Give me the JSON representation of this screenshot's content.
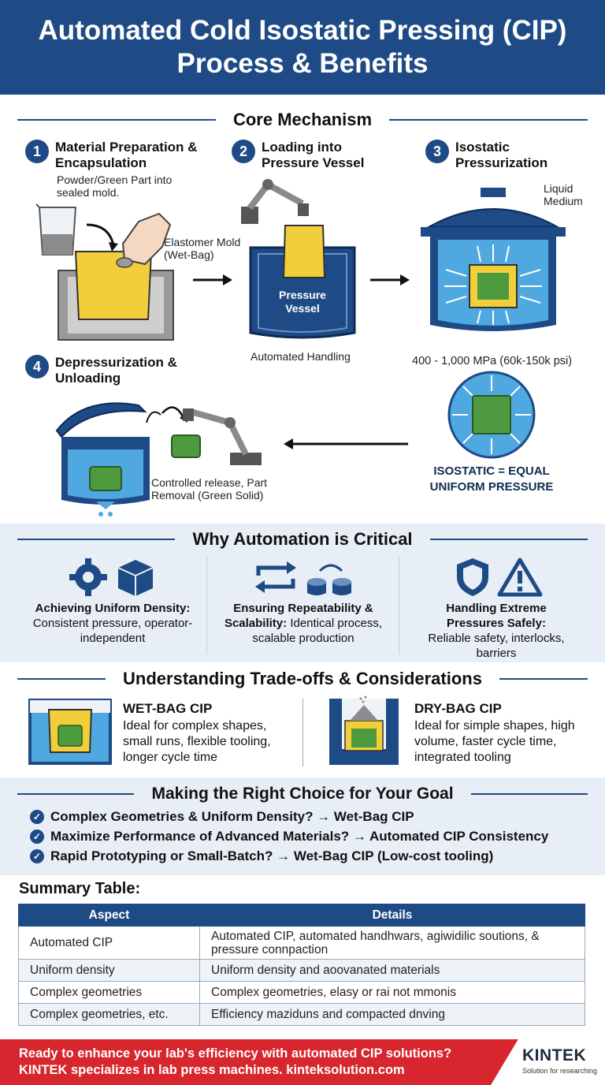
{
  "header": {
    "title": "Automated Cold Isostatic Pressing (CIP) Process & Benefits"
  },
  "core": {
    "title": "Core Mechanism",
    "steps": [
      {
        "num": "1",
        "title": "Material Preparation & Encapsulation",
        "desc": "Powder/Green Part into sealed mold.",
        "label": "Elastomer Mold (Wet-Bag)"
      },
      {
        "num": "2",
        "title": "Loading into Pressure Vessel",
        "vessel_label": "Pressure Vessel",
        "caption": "Automated Handling"
      },
      {
        "num": "3",
        "title": "Isostatic Pressurization",
        "label": "Liquid Medium",
        "pressure": "400 - 1,000 MPa (60k-150k psi)",
        "caption": "ISOSTATIC = EQUAL UNIFORM PRESSURE"
      },
      {
        "num": "4",
        "title": "Depressurization & Unloading",
        "caption": "Controlled release, Part Removal (Green Solid)"
      }
    ]
  },
  "automation": {
    "title": "Why Automation is Critical",
    "items": [
      {
        "icons": [
          "gear-icon",
          "cube-icon"
        ],
        "title": "Achieving Uniform Density:",
        "desc": "Consistent pressure, operator-independent"
      },
      {
        "icons": [
          "repeat-icon",
          "cylinders-icon"
        ],
        "title": "Ensuring Repeatability & Scalability:",
        "desc": "Identical process, scalable production"
      },
      {
        "icons": [
          "shield-icon",
          "warning-icon"
        ],
        "title": "Handling Extreme Pressures Safely:",
        "desc": "Reliable safety, interlocks, barriers"
      }
    ]
  },
  "tradeoffs": {
    "title": "Understanding Trade-offs & Considerations",
    "wet": {
      "title": "WET-BAG CIP",
      "desc": "Ideal for complex shapes, small runs, flexible tooling, longer cycle time"
    },
    "dry": {
      "title": "DRY-BAG CIP",
      "desc": "Ideal for simple shapes, high volume, faster cycle time, integrated tooling"
    }
  },
  "choice": {
    "title": "Making the Right Choice for Your Goal",
    "items": [
      "Complex Geometries & Uniform Density? → Wet-Bag CIP",
      "Maximize Performance of Advanced Materials? → Automated CIP Consistency",
      "Rapid Prototyping or Small-Batch? → Wet-Bag CIP (Low-cost tooling)"
    ]
  },
  "summary": {
    "title": "Summary Table:",
    "headers": [
      "Aspect",
      "Details"
    ],
    "rows": [
      [
        "Automated CIP",
        "Automated CIP, automated handhwars, agiwidilic soutions, & pressure connpaction"
      ],
      [
        "Uniform density",
        "Uniform density and aoovanated materials"
      ],
      [
        "Complex geometries",
        "Complex geometries, elasy or rai not mmonis"
      ],
      [
        "Complex geometries, etc.",
        "Efficiency maziduns and compacted dnving"
      ]
    ]
  },
  "footer": {
    "line1": "Ready to enhance your lab's efficiency with automated CIP solutions?",
    "line2": "KINTEK specializes in lab press machines. kinteksolution.com",
    "logo": "KINTEK",
    "logo_sub": "Solution for researching"
  },
  "colors": {
    "primary": "#1e4a86",
    "accent": "#d7262d",
    "band": "#e8eef5",
    "water": "#4fa8e0",
    "part": "#4e9a3e",
    "mold": "#f2cf3a"
  }
}
